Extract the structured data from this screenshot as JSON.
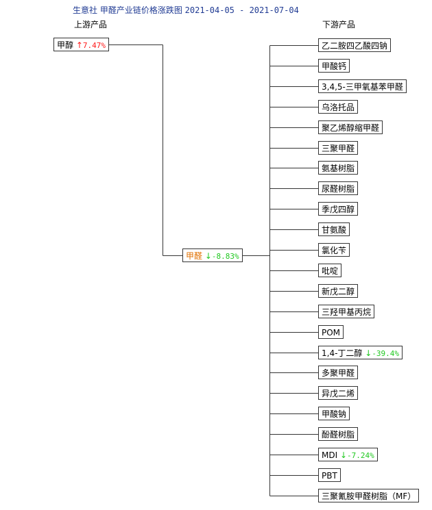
{
  "title": {
    "text": "生意社 甲醛产业链价格涨跌图",
    "date_range": "2021-04-05 - 2021-07-04"
  },
  "labels": {
    "upstream": "上游产品",
    "downstream": "下游产品"
  },
  "colors": {
    "title": "#1f3a93",
    "up": "#ff1a1a",
    "down": "#20c820",
    "center": "#e07000"
  },
  "upstream": [
    {
      "name": "甲醇",
      "arrow": "↑",
      "change": "7.47%",
      "dir": "up"
    }
  ],
  "center": {
    "name": "甲醛",
    "arrow": "↓",
    "change": "-8.83%",
    "dir": "down"
  },
  "downstream": [
    {
      "name": "乙二胺四乙酸四钠"
    },
    {
      "name": "甲酸钙"
    },
    {
      "name": "3,4,5-三甲氧基苯甲醛"
    },
    {
      "name": "乌洛托品"
    },
    {
      "name": "聚乙烯醇缩甲醛"
    },
    {
      "name": "三聚甲醛"
    },
    {
      "name": "氨基树脂"
    },
    {
      "name": "尿醛树脂"
    },
    {
      "name": "季戊四醇"
    },
    {
      "name": "甘氨酸"
    },
    {
      "name": "氯化苄"
    },
    {
      "name": "吡啶"
    },
    {
      "name": "新戊二醇"
    },
    {
      "name": "三羟甲基丙烷"
    },
    {
      "name": "POM"
    },
    {
      "name": "1,4-丁二醇",
      "arrow": "↓",
      "change": "-39.4%",
      "dir": "down"
    },
    {
      "name": "多聚甲醛"
    },
    {
      "name": "异戊二烯"
    },
    {
      "name": "甲酸钠"
    },
    {
      "name": "酚醛树脂"
    },
    {
      "name": "MDI",
      "arrow": "↓",
      "change": "-7.24%",
      "dir": "down"
    },
    {
      "name": "PBT"
    },
    {
      "name": "三聚氰胺甲醛树脂（MF）"
    }
  ]
}
